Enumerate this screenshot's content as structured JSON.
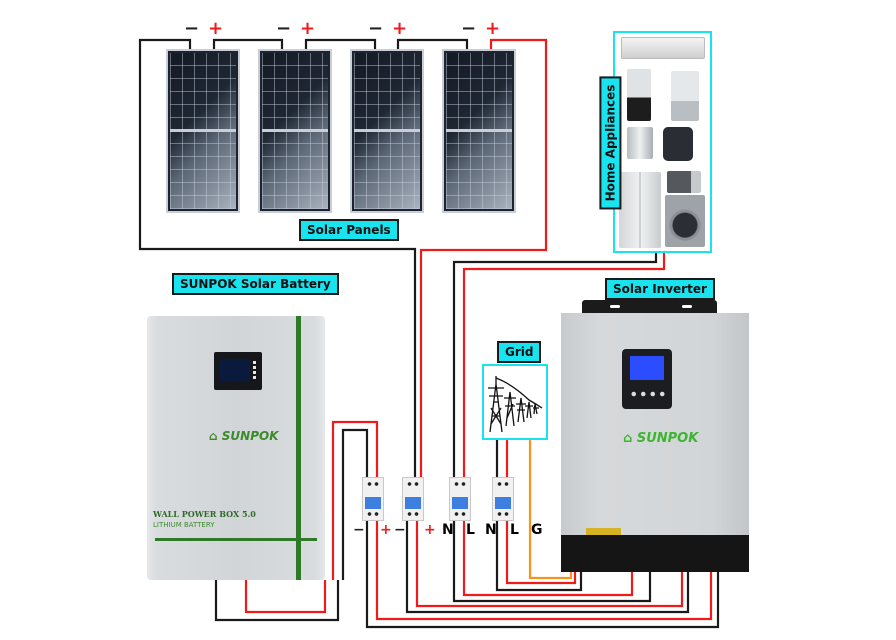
{
  "labels": {
    "solar_panels": "Solar Panels",
    "battery": "SUNPOK Solar Battery",
    "inverter": "Solar Inverter",
    "grid": "Grid",
    "appliances": "Home Appliances"
  },
  "panels": [
    {
      "neg": "−",
      "pos": "+"
    },
    {
      "neg": "−",
      "pos": "+"
    },
    {
      "neg": "−",
      "pos": "+"
    },
    {
      "neg": "−",
      "pos": "+"
    }
  ],
  "battery": {
    "brand": "SUNPOK",
    "model_line1": "WALL POWER BOX 5.0",
    "model_line2": "LITHIUM BATTERY"
  },
  "inverter": {
    "brand": "SUNPOK"
  },
  "appliances": [
    "air conditioner",
    "blender",
    "food processor",
    "kettle",
    "air fryer",
    "toaster oven",
    "refrigerator",
    "washing machine"
  ],
  "breaker_terminals": [
    "−",
    "+",
    "−",
    "+",
    "N",
    "L",
    "N",
    "L",
    "G"
  ],
  "colors": {
    "label_bg": "#19e3ee",
    "positive_wire": "#ef1b1b",
    "negative_wire": "#1a1a1a",
    "ground_wire": "#f5941e",
    "brand_green": "#3c8a2c"
  }
}
